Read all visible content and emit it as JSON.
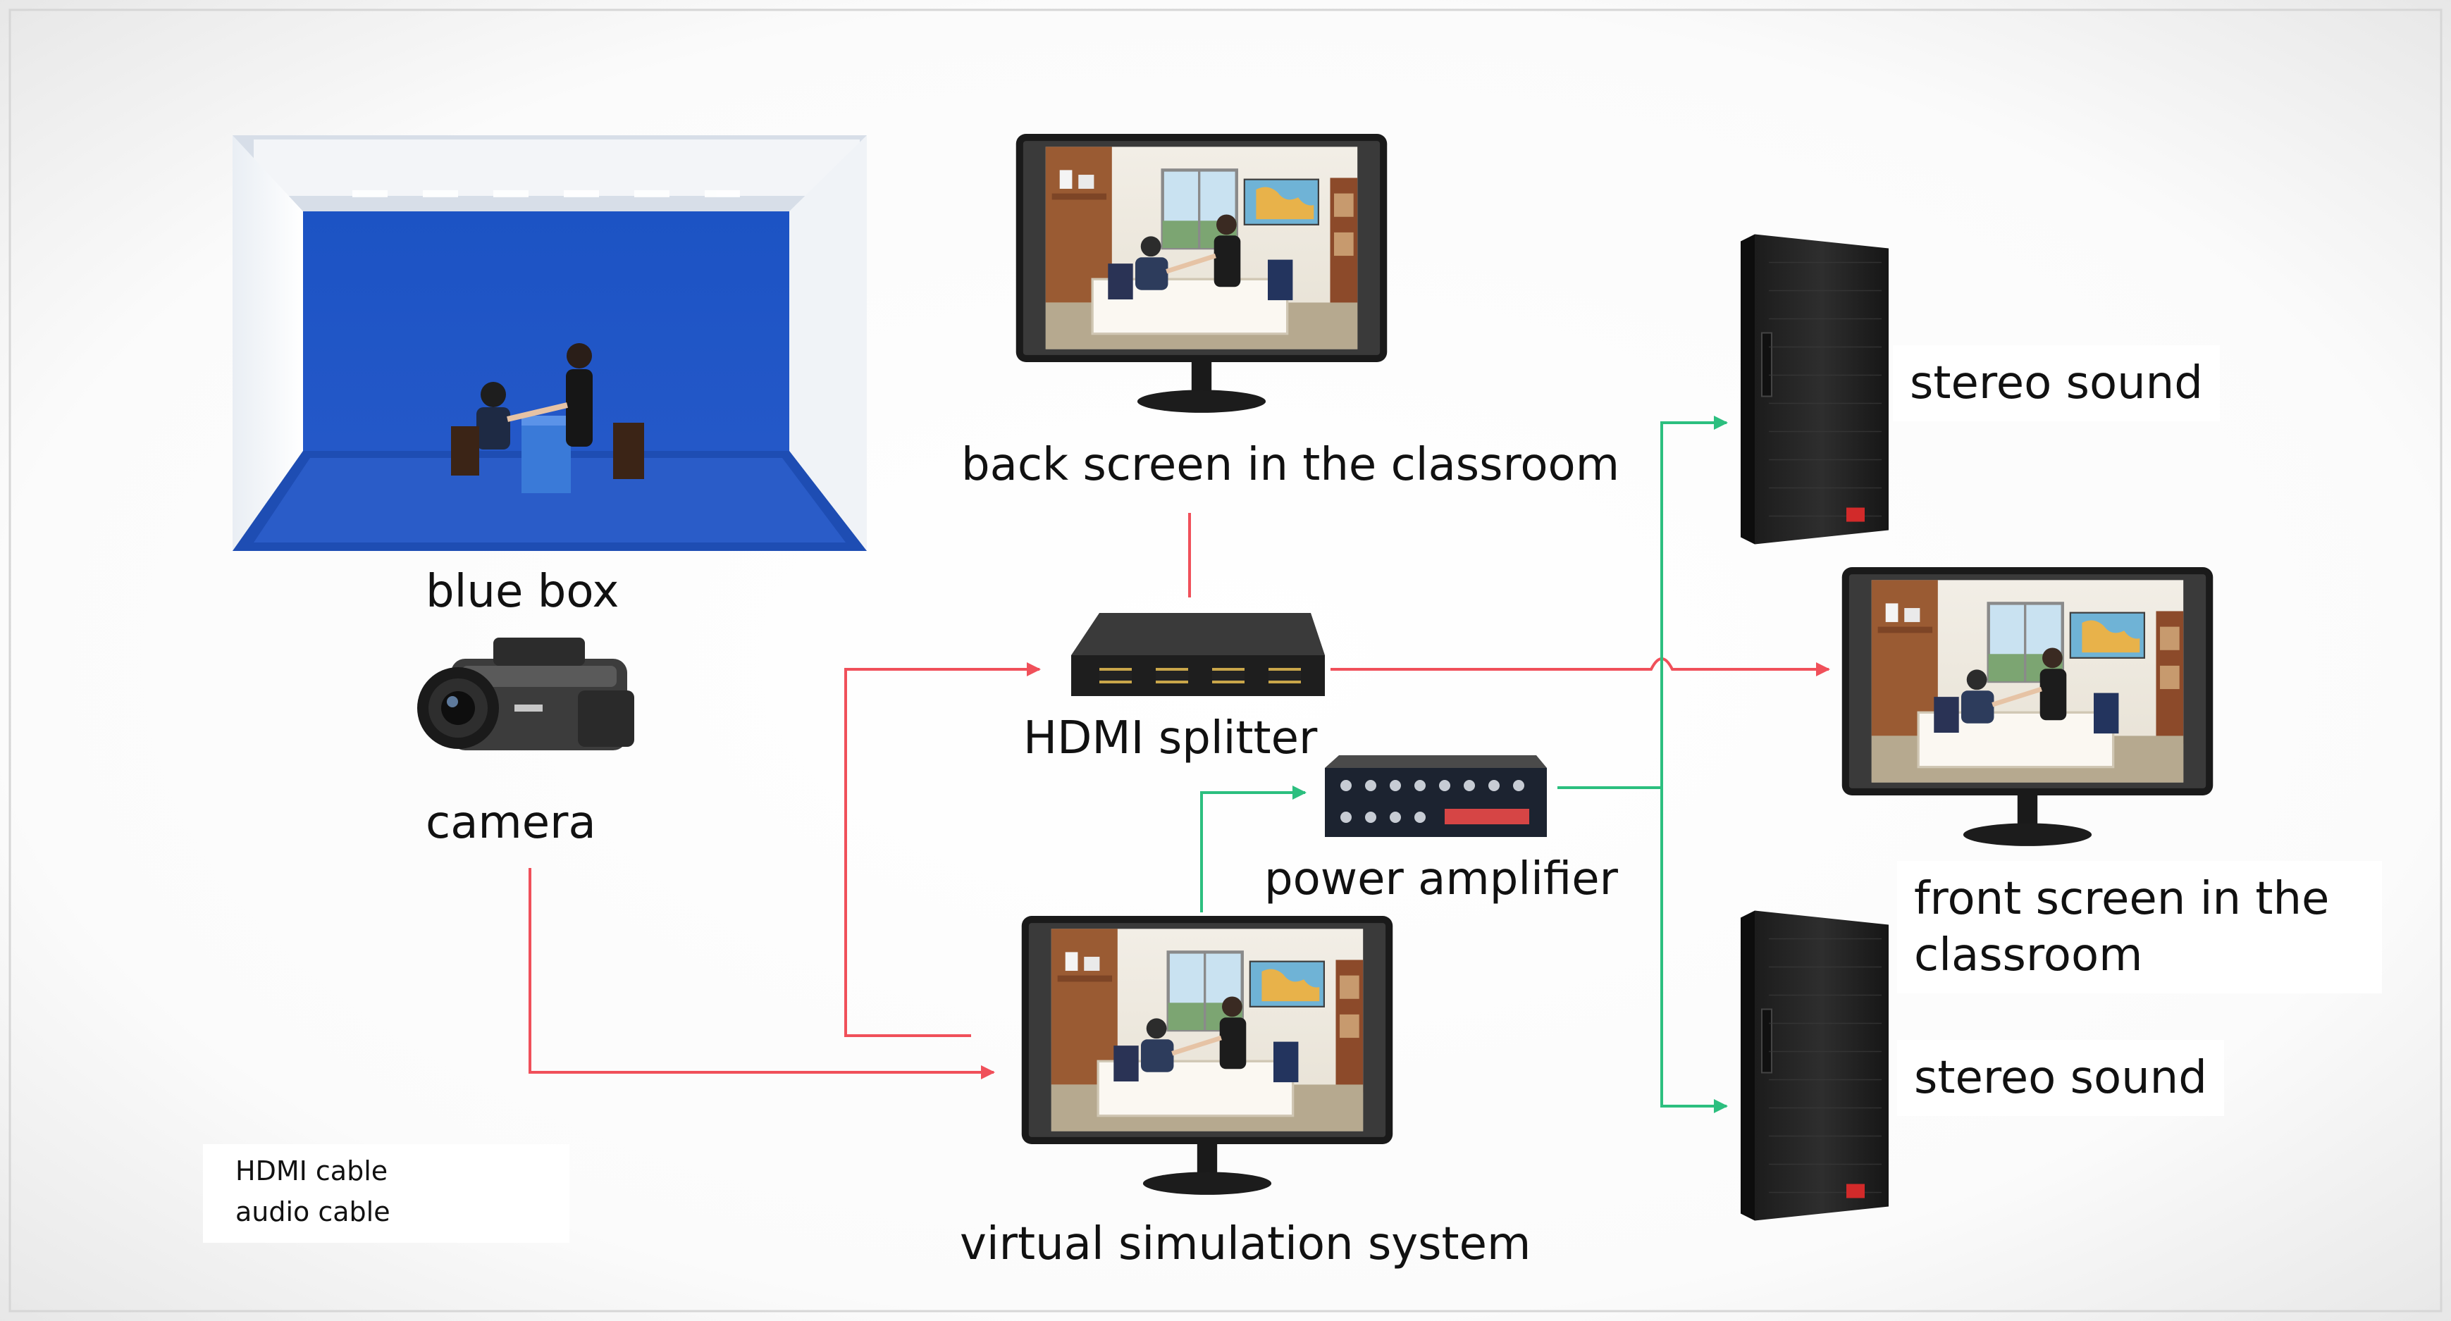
{
  "labels": {
    "blue_box": "blue box",
    "camera": "camera",
    "back_screen": "back screen in the classroom",
    "hdmi_splitter": "HDMI splitter",
    "power_amplifier": "power amplifier",
    "virtual_simulation": "virtual simulation system",
    "stereo_sound_top": "stereo sound",
    "front_screen": "front screen in the classroom",
    "stereo_sound_bottom": "stereo sound"
  },
  "legend": {
    "hdmi": "HDMI cable",
    "audio": "audio cable"
  },
  "colors": {
    "hdmi_cable": "#f0505a",
    "audio_cable": "#2cbf7f",
    "studio_blue": "#1f4fb8"
  }
}
